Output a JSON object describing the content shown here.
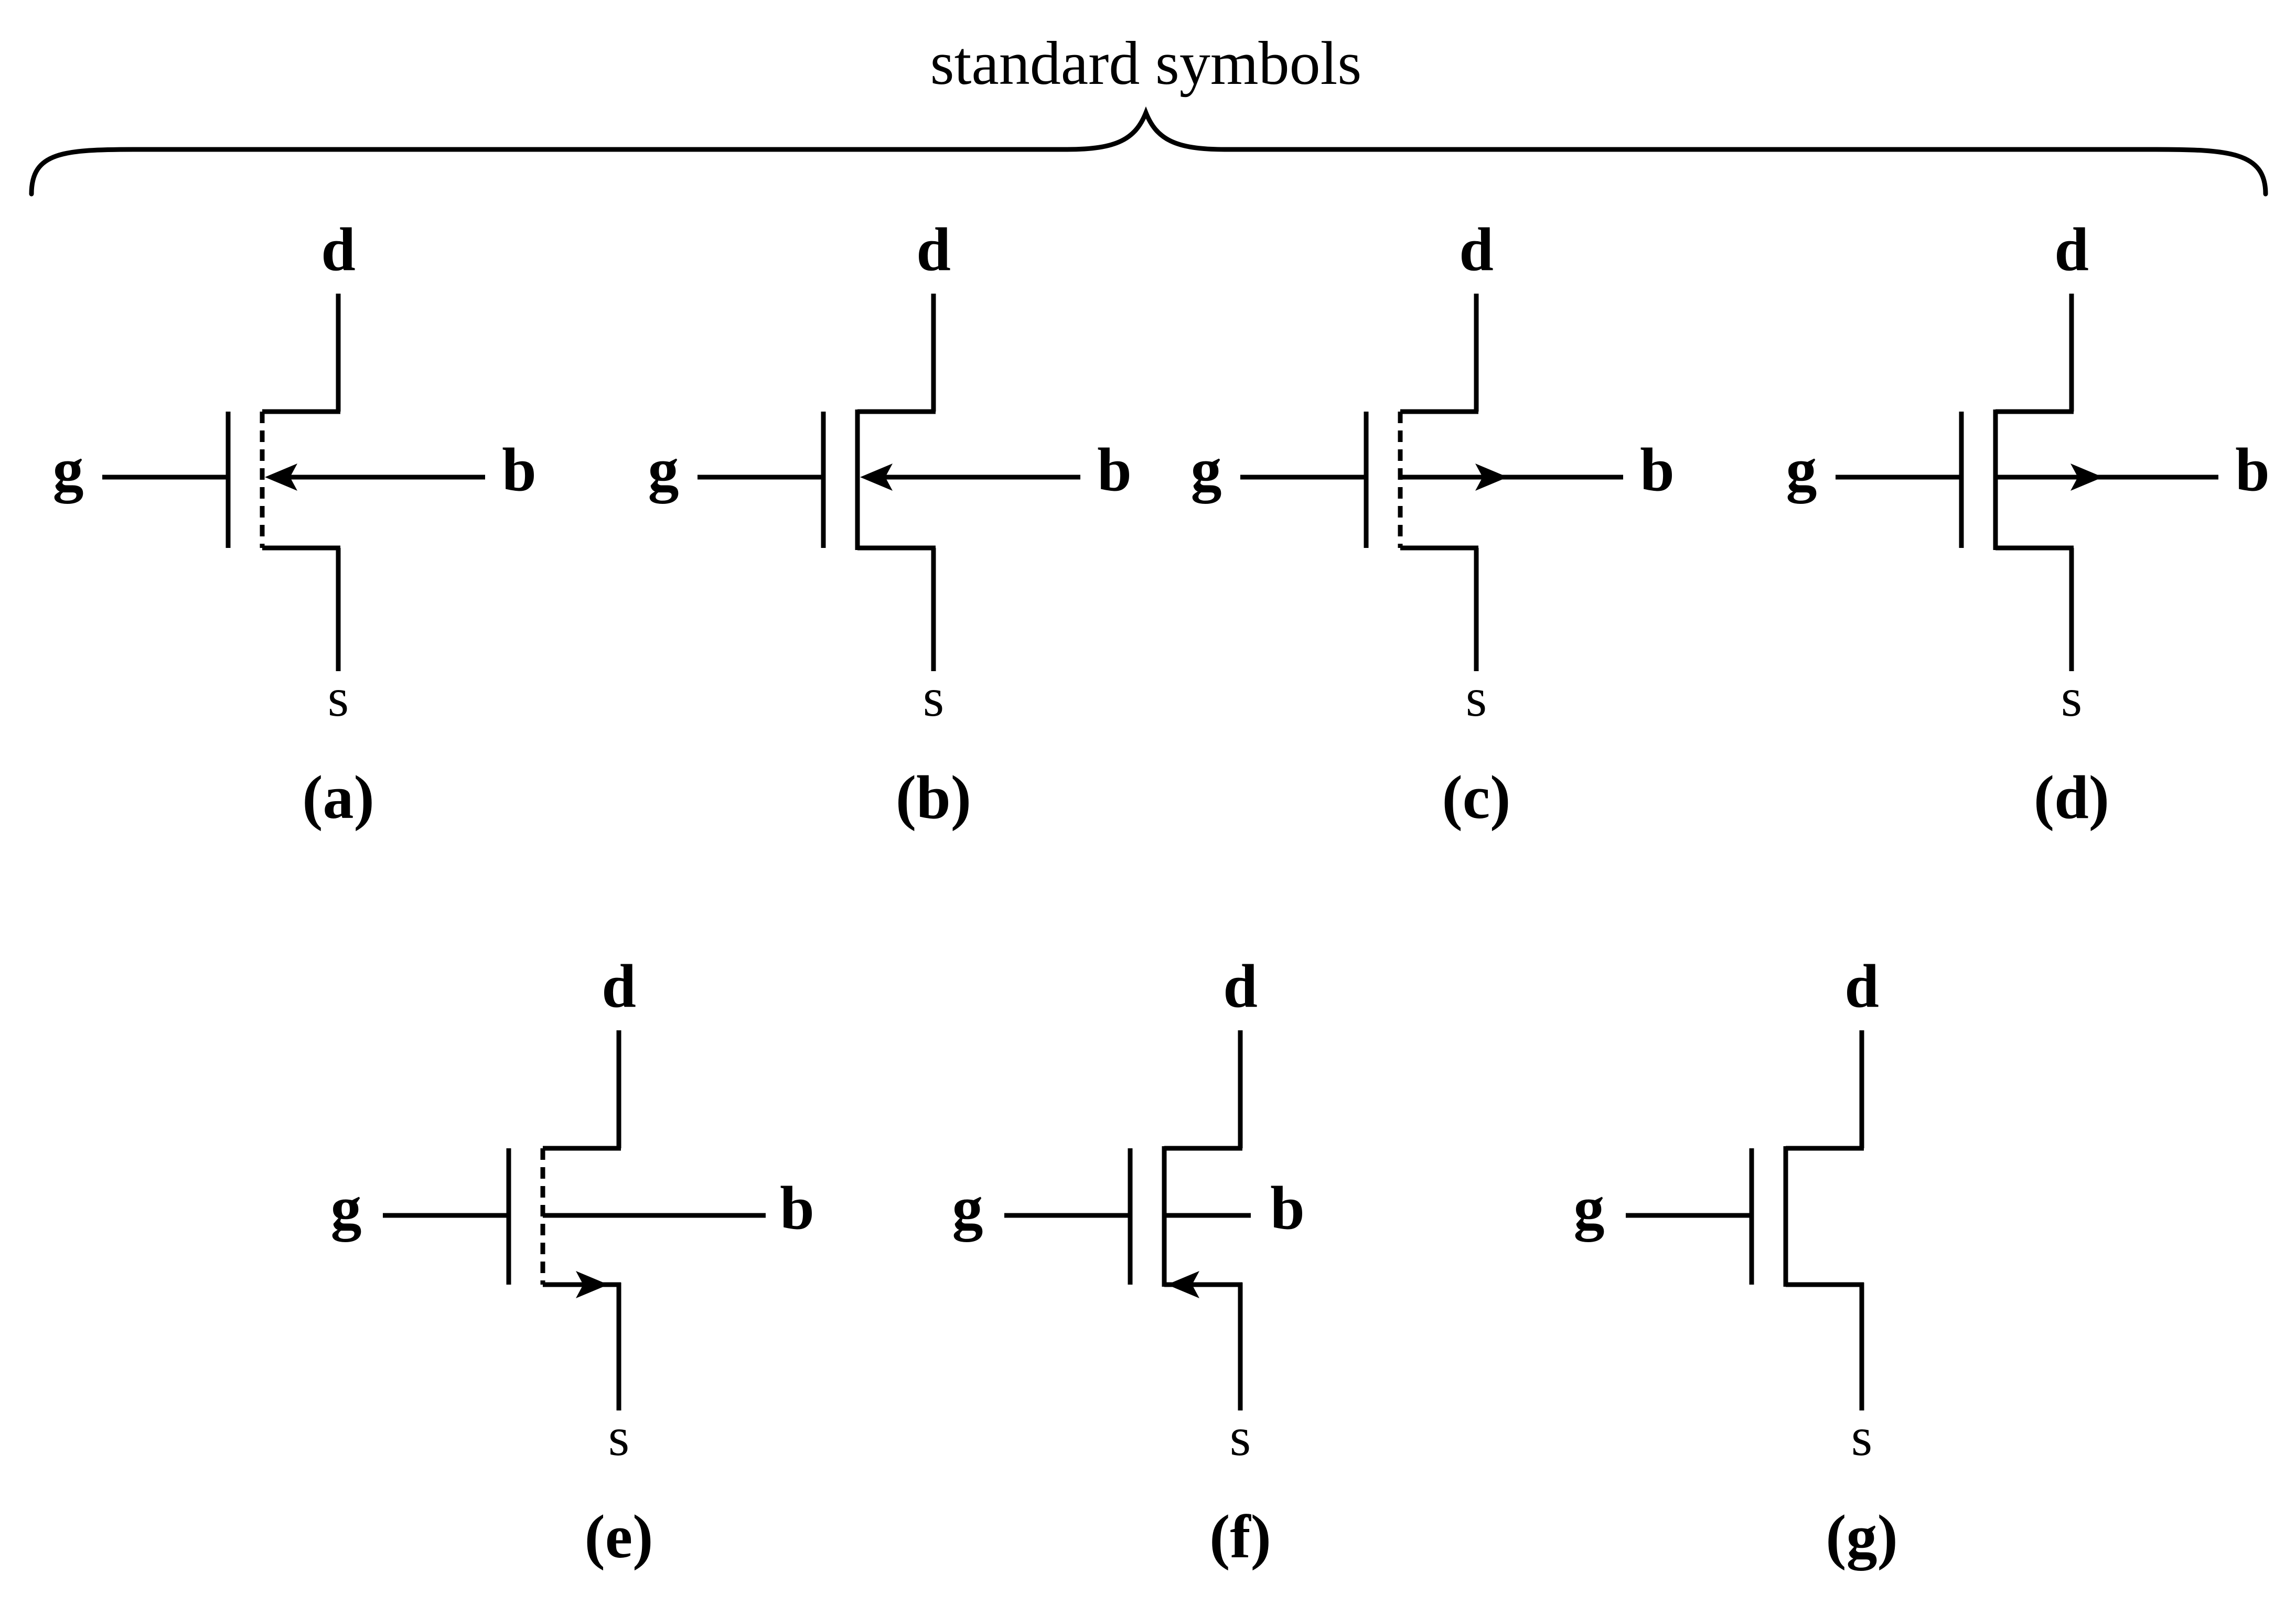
{
  "header": {
    "text": "standard symbols"
  },
  "terminals": {
    "drain": "d",
    "gate": "g",
    "source": "s",
    "body": "b"
  },
  "symbols": [
    {
      "id": "a",
      "caption": "(a)",
      "channel": "dashed",
      "body_terminal": true,
      "arrow": "body-in"
    },
    {
      "id": "b",
      "caption": "(b)",
      "channel": "solid",
      "body_terminal": true,
      "arrow": "body-in"
    },
    {
      "id": "c",
      "caption": "(c)",
      "channel": "dashed",
      "body_terminal": true,
      "arrow": "body-out"
    },
    {
      "id": "d",
      "caption": "(d)",
      "channel": "solid",
      "body_terminal": true,
      "arrow": "body-out"
    },
    {
      "id": "e",
      "caption": "(e)",
      "channel": "dashed",
      "body_terminal": true,
      "arrow": "source-out"
    },
    {
      "id": "f",
      "caption": "(f)",
      "channel": "solid",
      "body_terminal": true,
      "arrow": "source-in"
    },
    {
      "id": "g",
      "caption": "(g)",
      "channel": "solid",
      "body_terminal": false,
      "arrow": "none"
    }
  ]
}
